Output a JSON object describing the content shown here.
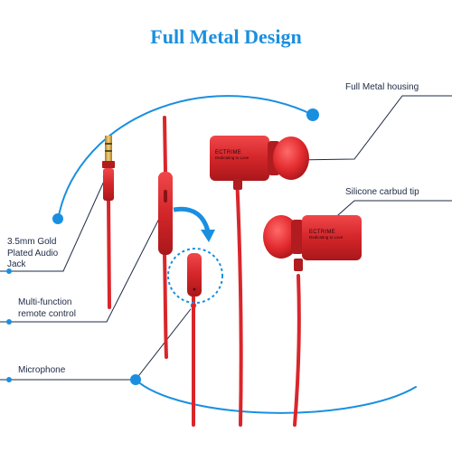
{
  "title": "Full Metal Design",
  "labels": {
    "housing": "Full Metal housing",
    "tip": "Silicone carbud tip",
    "jack_line1": "3.5mm Gold",
    "jack_line2": "Plated Audio",
    "jack_line3": "Jack",
    "remote_line1": "Multi-function",
    "remote_line2": "remote control",
    "mic": "Microphone"
  },
  "brand": {
    "name_upper": "ECTRIME",
    "tagline_upper": "Dedicating to Love",
    "name_lower": "ECTRIME",
    "tagline_lower": "Dedicating to Love"
  },
  "colors": {
    "accent": "#1a8fe0",
    "cable": "#d9262b",
    "label_text": "#1e2a44"
  }
}
